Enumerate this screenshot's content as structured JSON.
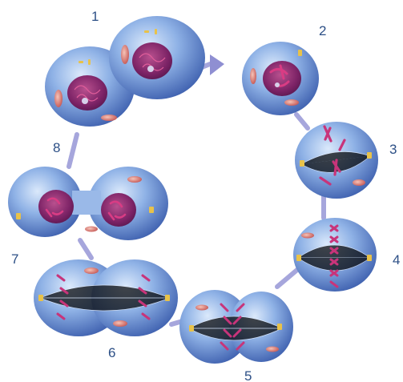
{
  "stage_labels": [
    "1",
    "2",
    "3",
    "4",
    "5",
    "6",
    "7",
    "8"
  ],
  "colors": {
    "cycle_ring": "#a6a6dc",
    "cell_body": "#6f9ad8",
    "cell_highlight": "#c6dcf8",
    "nucleus": "#8a2a72",
    "chromosome": "#c8347a",
    "centrosome": "#e8c24a",
    "mitochondria": "#d86a62",
    "label": "#2c4f86"
  }
}
